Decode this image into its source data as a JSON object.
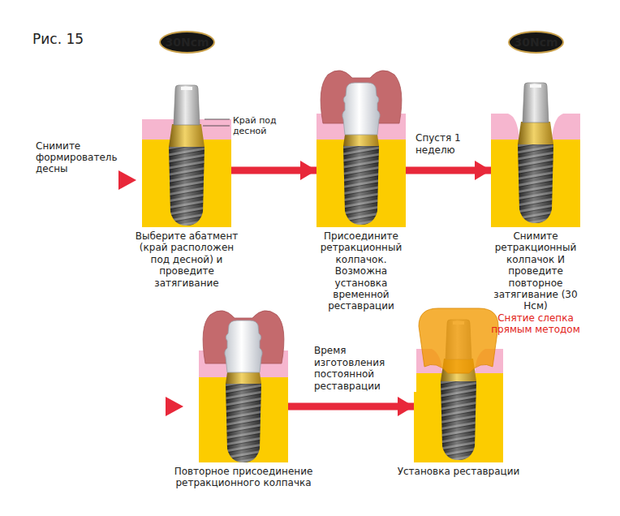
{
  "diagram": {
    "title": "Рис. 15",
    "nodes": [
      {
        "text": [
          "30Ncm"
        ]
      },
      {
        "text": [
          "Выберите абатмент (край расположен под десной) и проведите затягивание"
        ]
      },
      {
        "text": [
          "Присоедините ретракционный колпачок. Возможна установка временной реставрации"
        ]
      },
      {
        "text": [
          "30Ncm"
        ]
      },
      {
        "text": [
          "Снимите ретракционный колпачок И проведите повторное затягивание (30 Нсм)",
          "Снятие слепка прямым методом"
        ]
      },
      {
        "text": [
          "Повторное присоединение ретракционного колпачка"
        ]
      },
      {
        "text": [
          "Установка реставрации"
        ]
      }
    ],
    "edges": [
      {
        "from": 1,
        "to": 2,
        "arrow": "to"
      },
      {
        "from": 2,
        "to": 4,
        "label": "Спустя 1 неделю",
        "arrow": "to"
      },
      {
        "from": 5,
        "to": 6,
        "label": "Время изготовления постоянной реставрации",
        "arrow": "to"
      }
    ],
    "labels": [
      "Снимите формирователь десны",
      "Край под десной"
    ]
  }
}
